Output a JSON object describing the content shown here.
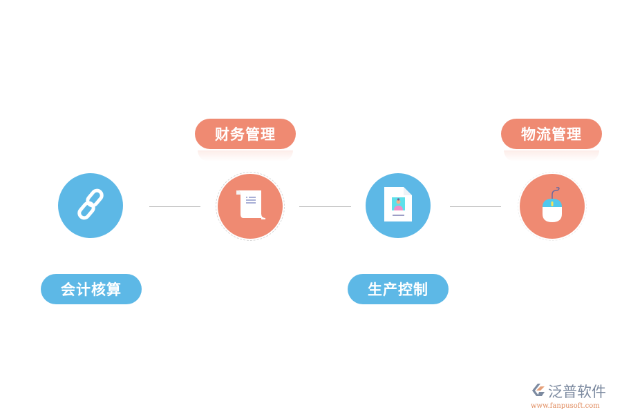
{
  "steps": [
    {
      "label": "会计核算",
      "icon": "chain-link-icon",
      "color": "#5db8e6",
      "label_position": "below"
    },
    {
      "label": "财务管理",
      "icon": "scroll-document-icon",
      "color": "#ef8a72",
      "label_position": "above"
    },
    {
      "label": "生产控制",
      "icon": "profile-document-icon",
      "color": "#5db8e6",
      "label_position": "below"
    },
    {
      "label": "物流管理",
      "icon": "computer-mouse-icon",
      "color": "#ef8a72",
      "label_position": "above"
    }
  ],
  "colors": {
    "blue": "#5db8e6",
    "orange": "#ef8a72",
    "connector": "#bdbdbd"
  },
  "logo": {
    "name": "泛普软件",
    "url": "www.fanpusoft.com"
  }
}
